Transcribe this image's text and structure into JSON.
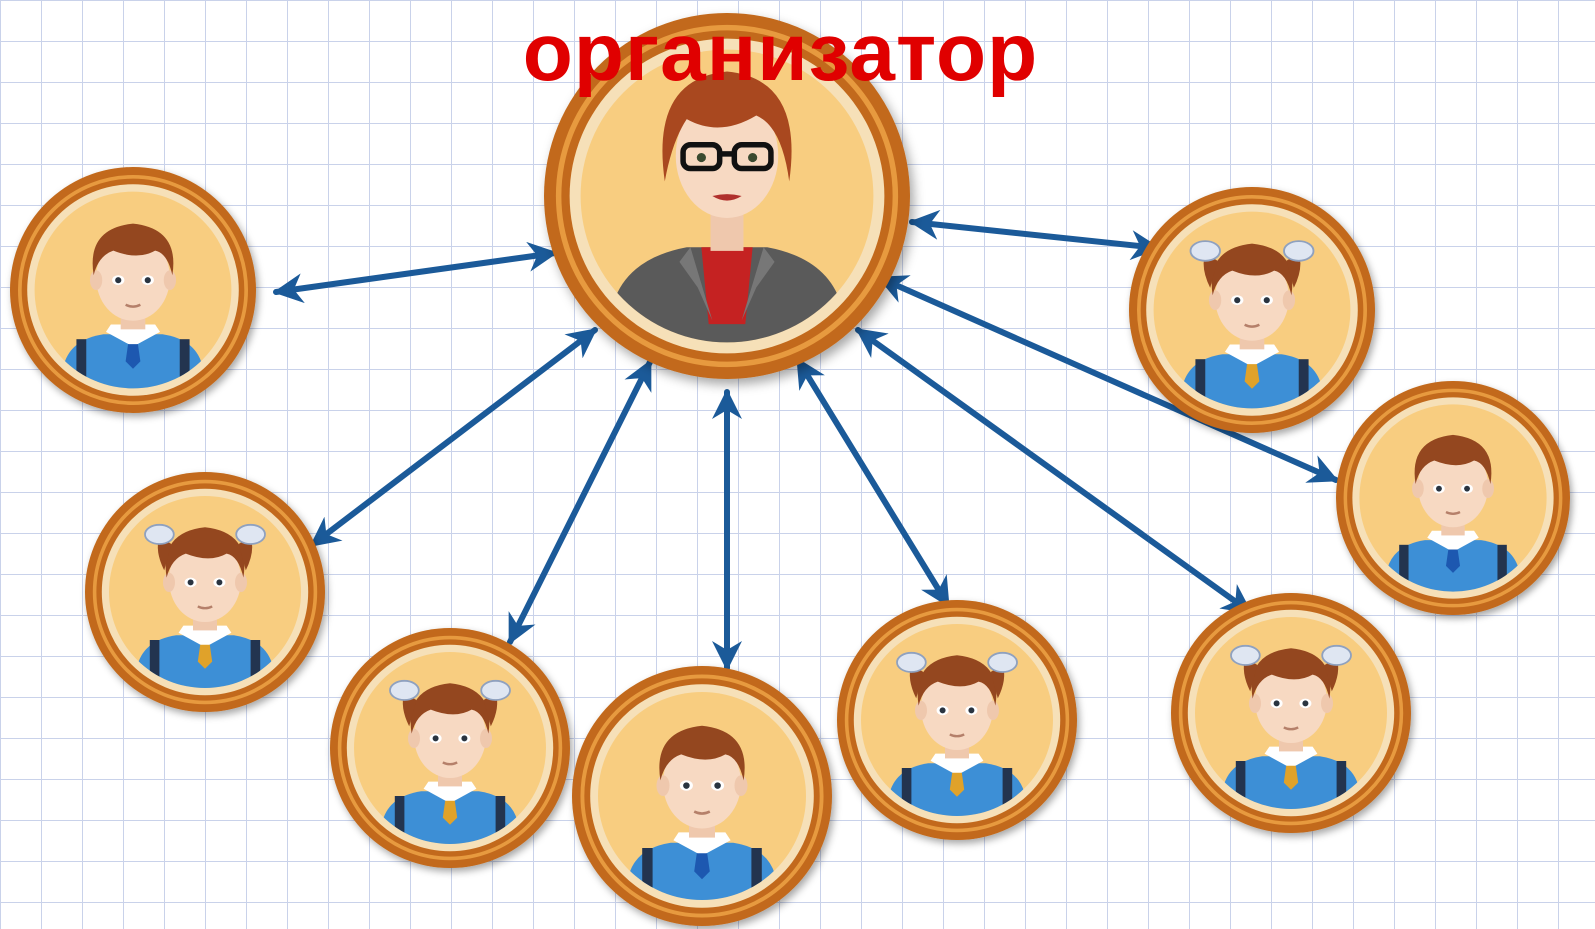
{
  "title": {
    "text": "организатор",
    "color": "#e00000"
  },
  "colors": {
    "arrow": "#1b5a99",
    "coin_outer": "#c2691a",
    "coin_ring": "#f6e0b8",
    "coin_inner": "#f8cd80",
    "skin": "#f7d9c2",
    "hair": "#94471f",
    "shirt": "#3d8fd6",
    "jacket": "#5a5a5a",
    "blouse": "#c52222",
    "ribbon": "#dfe6f2"
  },
  "nodes": [
    {
      "id": "organizer",
      "role": "organizer",
      "icon": "teacher-avatar-icon"
    },
    {
      "id": "participant-1",
      "role": "participant",
      "icon": "boy-avatar-icon"
    },
    {
      "id": "participant-2",
      "role": "participant",
      "icon": "girl-avatar-icon"
    },
    {
      "id": "participant-3",
      "role": "participant",
      "icon": "girl-avatar-icon"
    },
    {
      "id": "participant-4",
      "role": "participant",
      "icon": "boy-avatar-icon"
    },
    {
      "id": "participant-5",
      "role": "participant",
      "icon": "girl-avatar-icon"
    },
    {
      "id": "participant-6",
      "role": "participant",
      "icon": "girl-avatar-icon"
    },
    {
      "id": "participant-7",
      "role": "participant",
      "icon": "girl-avatar-icon"
    },
    {
      "id": "participant-8",
      "role": "participant",
      "icon": "boy-avatar-icon"
    }
  ],
  "edges": [
    {
      "from": "organizer",
      "to": "participant-1",
      "direction": "both"
    },
    {
      "from": "organizer",
      "to": "participant-2",
      "direction": "both"
    },
    {
      "from": "organizer",
      "to": "participant-3",
      "direction": "both"
    },
    {
      "from": "organizer",
      "to": "participant-4",
      "direction": "both"
    },
    {
      "from": "organizer",
      "to": "participant-5",
      "direction": "both"
    },
    {
      "from": "organizer",
      "to": "participant-6",
      "direction": "both"
    },
    {
      "from": "organizer",
      "to": "participant-7",
      "direction": "both"
    },
    {
      "from": "organizer",
      "to": "participant-8",
      "direction": "both"
    }
  ]
}
